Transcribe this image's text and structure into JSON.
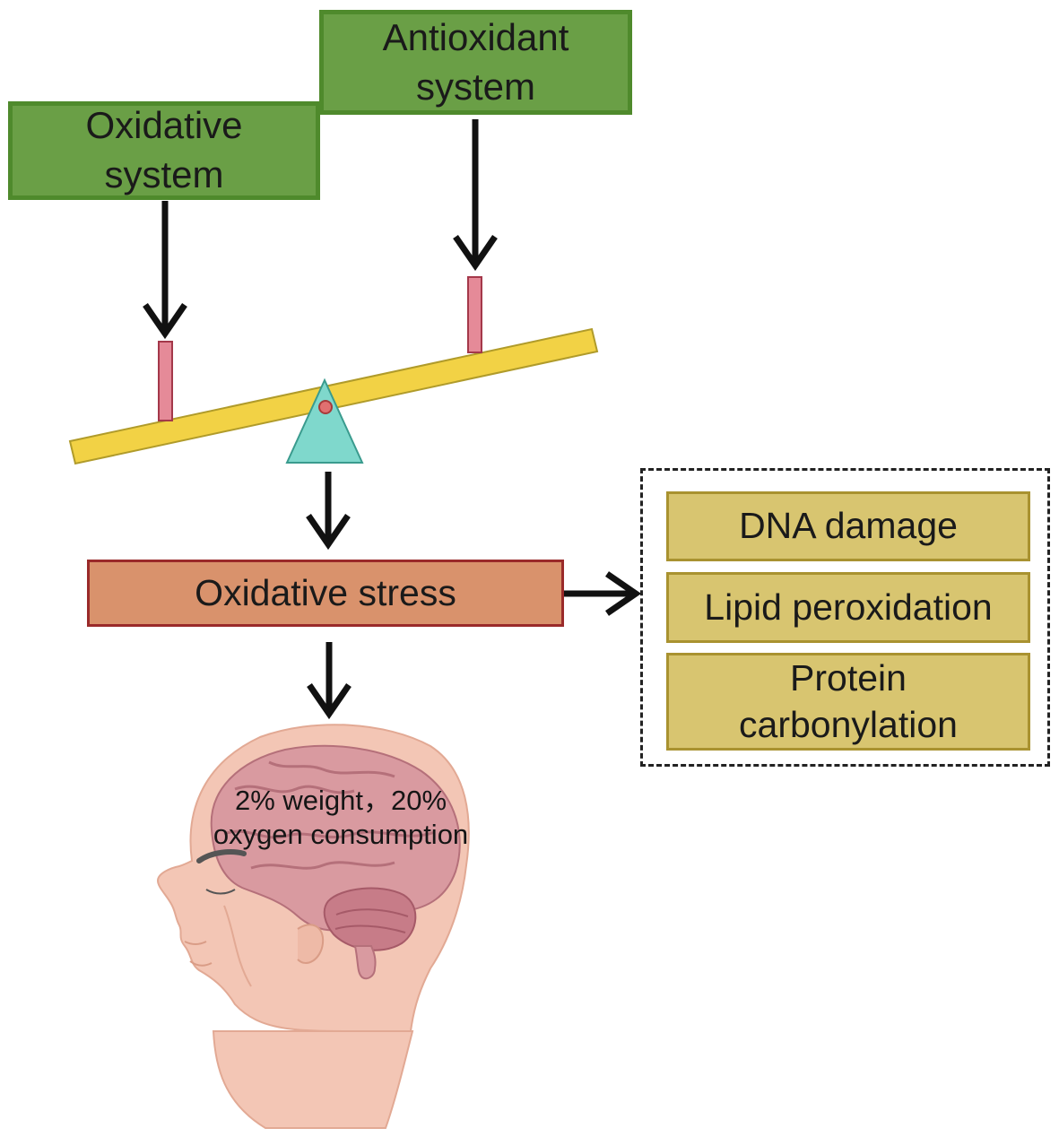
{
  "boxes": {
    "oxidative_system": [
      "Oxidative",
      "system"
    ],
    "antioxidant_system": [
      "Antioxidant",
      "system"
    ],
    "oxidative_stress": "Oxidative stress"
  },
  "effects": [
    [
      "DNA damage"
    ],
    [
      "Lipid peroxidation"
    ],
    [
      "Protein",
      "carbonylation"
    ]
  ],
  "brain_caption": [
    "2% weight，20%",
    "oxygen consumption"
  ],
  "colors": {
    "green_box": "#6a9f46",
    "green_border": "#4f8a2c",
    "stress_box": "#d9926c",
    "stress_border": "#9a2a2a",
    "effect_box": "#d8c570",
    "effect_border": "#a99230",
    "beam": "#f2d245",
    "fulcrum": "#7fd8cc",
    "weight": "#e58a98"
  }
}
